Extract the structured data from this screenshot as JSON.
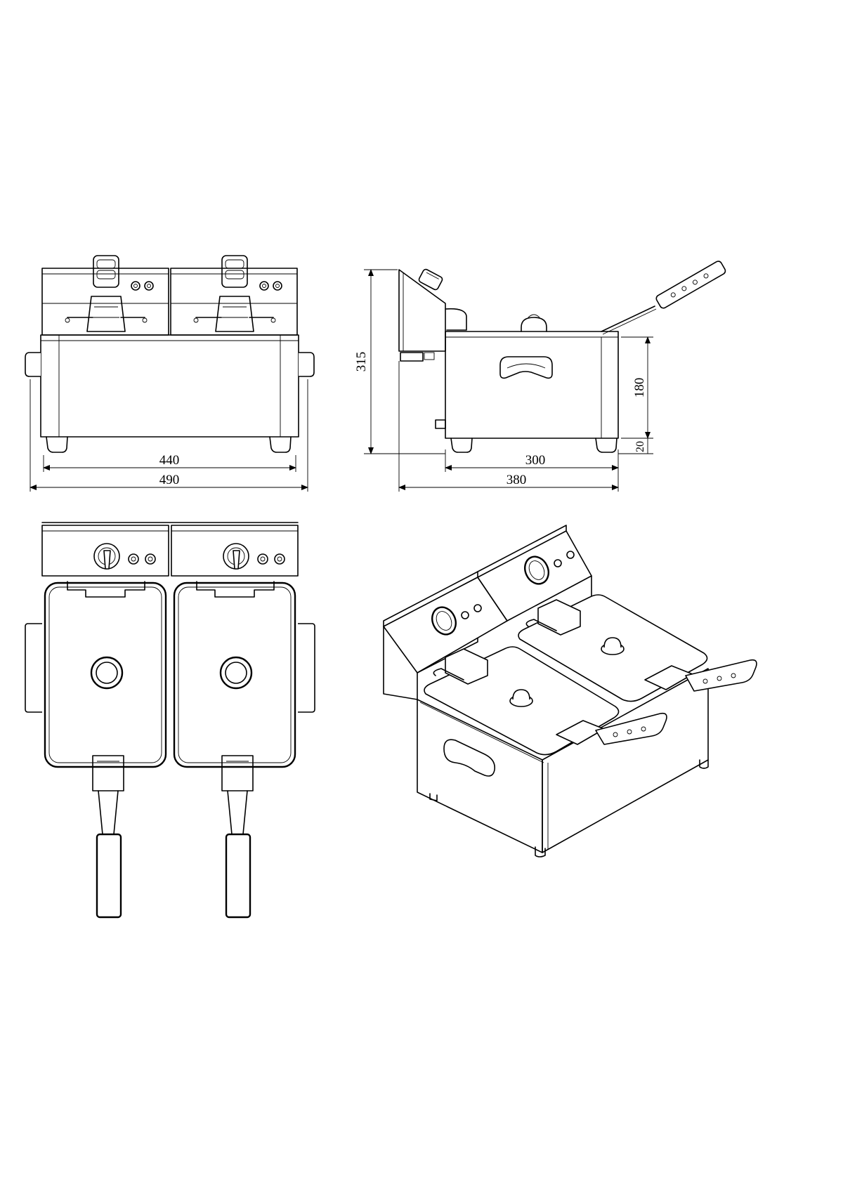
{
  "drawing": {
    "views": [
      "front-view",
      "side-view",
      "top-view",
      "isometric-view"
    ]
  },
  "dimensions": {
    "front_inner_width": "440",
    "front_overall_width": "490",
    "side_overall_height": "315",
    "side_tank_height": "180",
    "side_foot_height": "20",
    "side_tank_depth": "300",
    "side_overall_depth": "380"
  }
}
